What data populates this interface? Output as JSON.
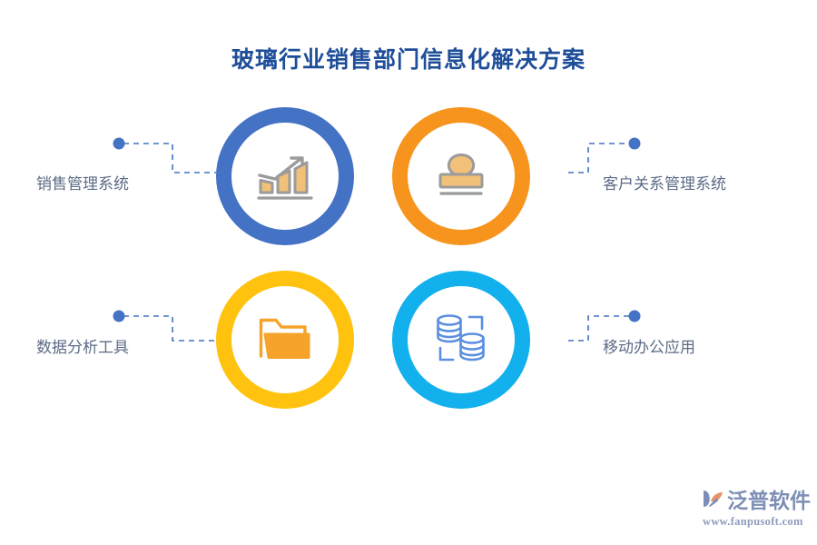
{
  "page": {
    "background_color": "#FFFFFF",
    "title": "玻璃行业销售部门信息化解决方案",
    "title_color": "#1F4E99"
  },
  "connector": {
    "dot_color": "#4472C4",
    "line_color": "#4472C4",
    "style": "dashed"
  },
  "nodes": [
    {
      "id": "sales-management-system",
      "label": "销售管理系统",
      "ring_color": "#4472C4",
      "icon": "bar-chart-growth-icon",
      "icon_fill": "#F2C078",
      "icon_stroke": "#9B9B9B",
      "position": "top-left"
    },
    {
      "id": "customer-relationship-management-system",
      "label": "客户关系管理系统",
      "ring_color": "#F7941E",
      "icon": "rubber-stamp-icon",
      "icon_fill": "#F2C078",
      "icon_stroke": "#9B9B9B",
      "position": "top-right"
    },
    {
      "id": "data-analysis-tool",
      "label": "数据分析工具",
      "ring_color": "#FFC20E",
      "icon": "open-folder-icon",
      "icon_fill": "#F5A32A",
      "icon_stroke": "#F5A32A",
      "position": "bottom-left"
    },
    {
      "id": "mobile-office-application",
      "label": "移动办公应用",
      "ring_color": "#12B0EC",
      "icon": "database-stack-icon",
      "icon_fill": "none",
      "icon_stroke": "#5B8FE0",
      "position": "bottom-right"
    }
  ],
  "logo": {
    "brand": "泛普软件",
    "url": "www.fanpusoft.com",
    "brand_color": "#7E8FB5",
    "mark_color": "#E8926A"
  }
}
